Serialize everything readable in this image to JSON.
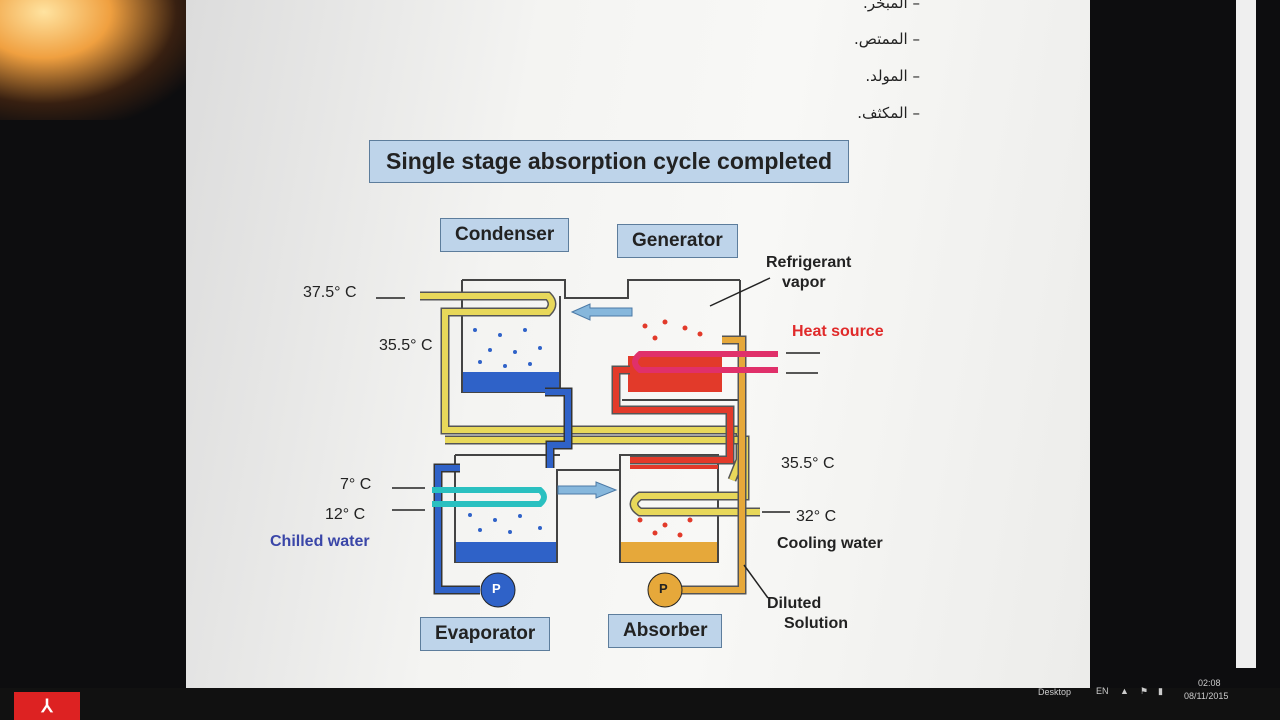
{
  "arabic_list": [
    "المبخر.",
    "الممتص.",
    "المولد.",
    "المكثف."
  ],
  "slide": {
    "title": "Single stage absorption cycle completed",
    "labels": {
      "condenser": "Condenser",
      "generator": "Generator",
      "evaporator": "Evaporator",
      "absorber": "Absorber"
    },
    "texts": {
      "refrigerant_vapor_1": "Refrigerant",
      "refrigerant_vapor_2": "vapor",
      "heat_source": "Heat source",
      "chilled_water": "Chilled water",
      "cooling_water": "Cooling water",
      "diluted_1": "Diluted",
      "diluted_2": "Solution",
      "pump": "P"
    },
    "temps": {
      "t1": "37.5°",
      "t2": "35.5°",
      "t3": "35.5°",
      "t4": "7°",
      "t5": "12°",
      "t6": "32°",
      "unit": "C"
    }
  },
  "taskbar": {
    "desktop": "Desktop",
    "lang": "EN",
    "time": "02:08",
    "date": "08/11/2015"
  },
  "colors": {
    "yellow_pipe": "#e8d85a",
    "red_pipe": "#e23a2a",
    "blue_pipe": "#2f62c8",
    "orange_pipe": "#e6a83a",
    "heat_source": "#e0306a",
    "cyan_pipe": "#2ac0c0"
  }
}
